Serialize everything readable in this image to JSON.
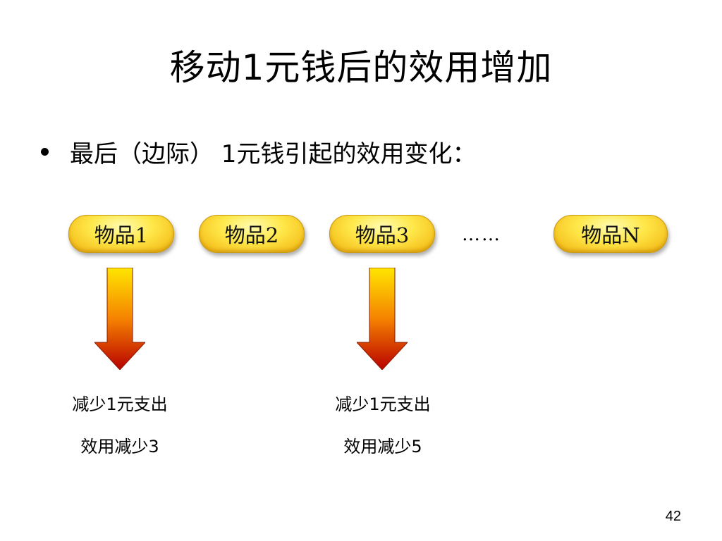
{
  "slide": {
    "title": "移动1元钱后的效用增加",
    "bullet": "最后（边际） 1元钱引起的效用变化：",
    "items": [
      {
        "label": "物品1"
      },
      {
        "label": "物品2"
      },
      {
        "label": "物品3"
      },
      {
        "label": "物品N"
      }
    ],
    "ellipsis": "……",
    "captions": [
      {
        "line1": "减少1元支出",
        "line2": "效用减少3"
      },
      {
        "line1": "减少1元支出",
        "line2": "效用减少5"
      }
    ],
    "page_number": "42"
  },
  "colors": {
    "pill_fill": "#ffe84a",
    "pill_edge": "#dea10e",
    "arrow_top": "#ffe000",
    "arrow_mid": "#f08000",
    "arrow_bottom": "#b80000"
  },
  "icons": {
    "arrows": [
      "arrow-down-icon",
      "arrow-down-icon"
    ]
  }
}
